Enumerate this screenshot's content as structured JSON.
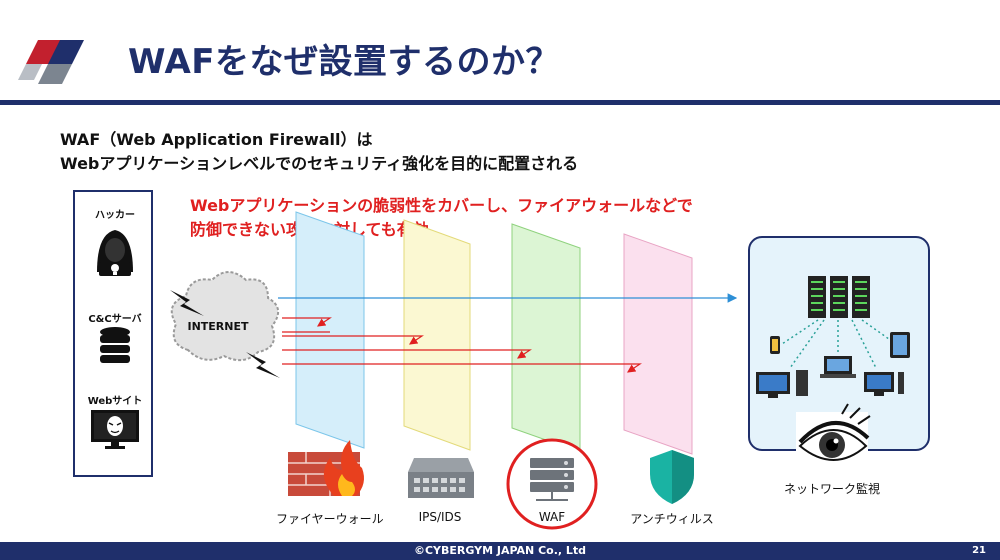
{
  "slide": {
    "title": "WAFをなぜ設置するのか？",
    "intro_line1": "WAF（Web Application Firewall）は",
    "intro_line2": "Webアプリケーションレベルでのセキュリティ強化を目的に配置される",
    "highlight_line1": "Webアプリケーションの脆弱性をカバーし、ファイアウォールなどで",
    "highlight_line2": "防御できない攻撃に対しても有効"
  },
  "threats": {
    "hacker_label": "ハッカー",
    "cc_label": "C&Cサーバ",
    "website_label": "Webサイト"
  },
  "internet_label": "INTERNET",
  "layers": [
    {
      "label": "ファイヤーウォール",
      "color": "#d5eefa"
    },
    {
      "label": "IPS/IDS",
      "color": "#fbf8d2"
    },
    {
      "label": "WAF",
      "color": "#dcf5d4"
    },
    {
      "label": "アンチウィルス",
      "color": "#fbe0ee"
    }
  ],
  "network_label": "ネットワーク監視",
  "footer": {
    "copyright": "©CYBERGYM JAPAN Co., Ltd",
    "page": "21"
  },
  "colors": {
    "navy": "#1f2f6b",
    "alert_red": "#e02020",
    "flow_blue": "#2d8fd6"
  }
}
